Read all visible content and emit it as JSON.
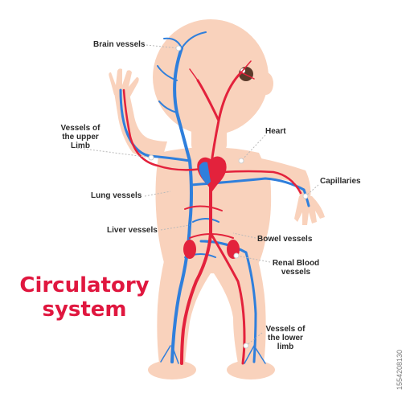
{
  "title": {
    "line1": "Circulatory",
    "line2": "system"
  },
  "labels": {
    "brain_vessels": "Brain vessels",
    "upper_limb": [
      "Vessels of",
      "the upper",
      "Limb"
    ],
    "heart": "Heart",
    "capillaries": "Capillaries",
    "lung_vessels": "Lung vessels",
    "liver_vessels": "Liver vessels",
    "bowel_vessels": "Bowel vessels",
    "renal_blood_vessels": [
      "Renal Blood",
      "vessels"
    ],
    "lower_limb": [
      "Vessels of",
      "the lower",
      "limb"
    ]
  },
  "stock_id": "1554208130",
  "colors": {
    "skin": "#f9d2bc",
    "artery": "#e3223c",
    "vein": "#2f7fdc",
    "title": "#e0173f",
    "label": "#2a2a2a",
    "leader": "#b9b9b9"
  }
}
